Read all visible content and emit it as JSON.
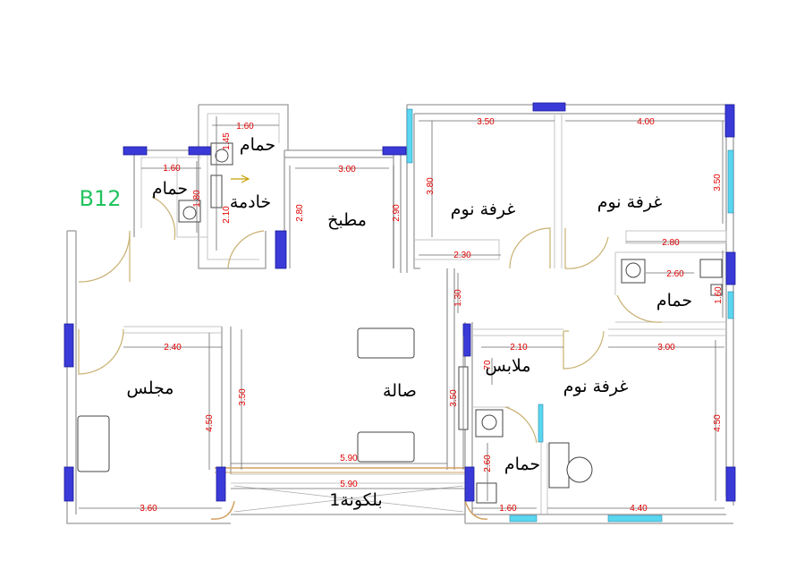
{
  "plan": {
    "code": "B12",
    "rooms": {
      "bath_top": "حمام",
      "bath_left": "حمام",
      "maid": "خادمة",
      "kitchen": "مطبخ",
      "bedroom_1": "غرفة نوم",
      "bedroom_2": "غرفة نوم",
      "bath_right": "حمام",
      "majlis": "مجلس",
      "hall": "صالة",
      "wardrobe": "ملابس",
      "bedroom_3": "غرفة نوم",
      "bath_bottom": "حمام",
      "balcony": "بلكونة1"
    },
    "dimensions": {
      "bath_top_w": "1.60",
      "bath_top_h": "1.45",
      "bath_left_w": "1.60",
      "bath_left_h": "1.80",
      "maid_h": "2.10",
      "kitchen_w": "3.00",
      "kitchen_h": "2.80",
      "corridor_h": "2.90",
      "bed1_w": "3.50",
      "bed1_h": "3.80",
      "bed1_wardrobe": "2.30",
      "bed2_w": "4.00",
      "bed2_h": "3.50",
      "bed2_wardrobe": "2.80",
      "bath_right_w": "2.60",
      "bath_right_h": "1.60",
      "hall_gap": "1.30",
      "majlis_w": "2.40",
      "majlis_h": "4.50",
      "majlis_bottom": "3.60",
      "hall_h": "3.50",
      "hall_w": "5.90",
      "balcony_w": "5.90",
      "wardrobe_w": "2.10",
      "wardrobe_h": "70",
      "tv_h": "3.50",
      "bath_bottom_h": "2.60",
      "bath_bottom_w": "1.60",
      "bed3_w": "3.00",
      "bed3_h": "4.50",
      "bed3_bottom": "4.40"
    }
  }
}
